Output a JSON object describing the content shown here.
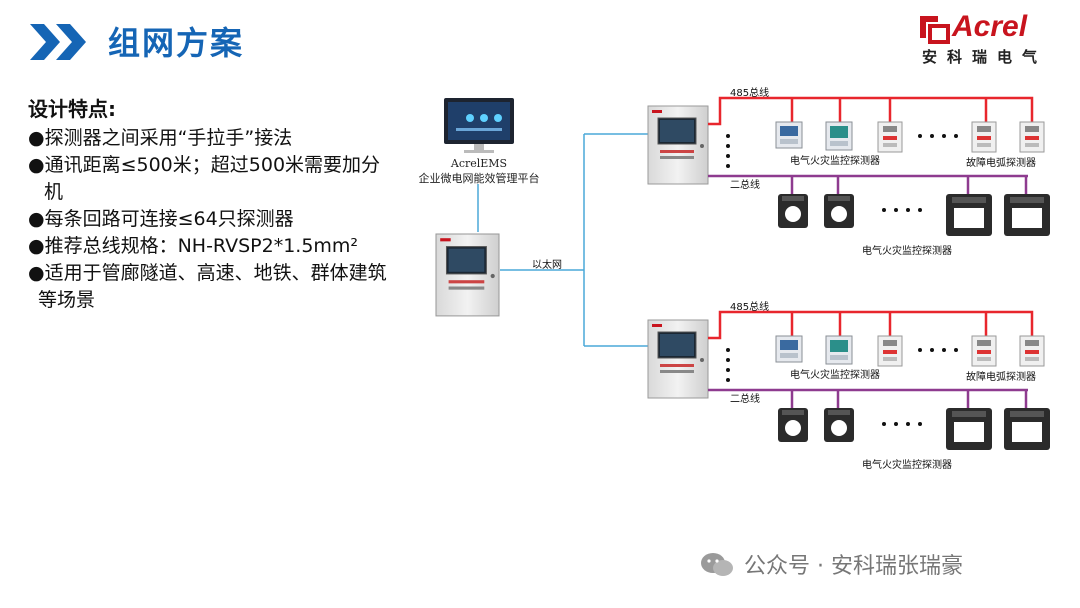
{
  "header": {
    "title": "组网方案"
  },
  "logo": {
    "brand": "Acrel",
    "sub": "安科瑞电气"
  },
  "features": {
    "heading": "设计特点:",
    "items": [
      "●探测器之间采用“手拉手”接法",
      "●通讯距离≤500米；超过500米需要加分机",
      "●每条回路可连接≤64只探测器",
      "●推荐总线规格：NH-RVSP2*1.5mm²",
      "●适用于管廊隧道、高速、地铁、群体建筑"
    ],
    "extra": "等场景"
  },
  "diagram": {
    "ems_name": "AcrelEMS",
    "ems_desc": "企业微电网能效管理平台",
    "ethernet_label": "以太网",
    "groups": [
      {
        "bus485_label": "485总线",
        "bus2_label": "二总线",
        "detector_label_top": "电气火灾监控探测器",
        "arc_label": "故障电弧探测器",
        "detector_label_bottom": "电气火灾监控探测器"
      },
      {
        "bus485_label": "485总线",
        "bus2_label": "二总线",
        "detector_label_top": "电气火灾监控探测器",
        "arc_label": "故障电弧探测器",
        "detector_label_bottom": "电气火灾监控探测器"
      }
    ],
    "colors": {
      "bus485": "#e8262d",
      "bus2": "#8e3b8f",
      "ethernet": "#4aa8d8"
    }
  },
  "watermark": {
    "text": "公众号 · 安科瑞张瑞豪"
  }
}
